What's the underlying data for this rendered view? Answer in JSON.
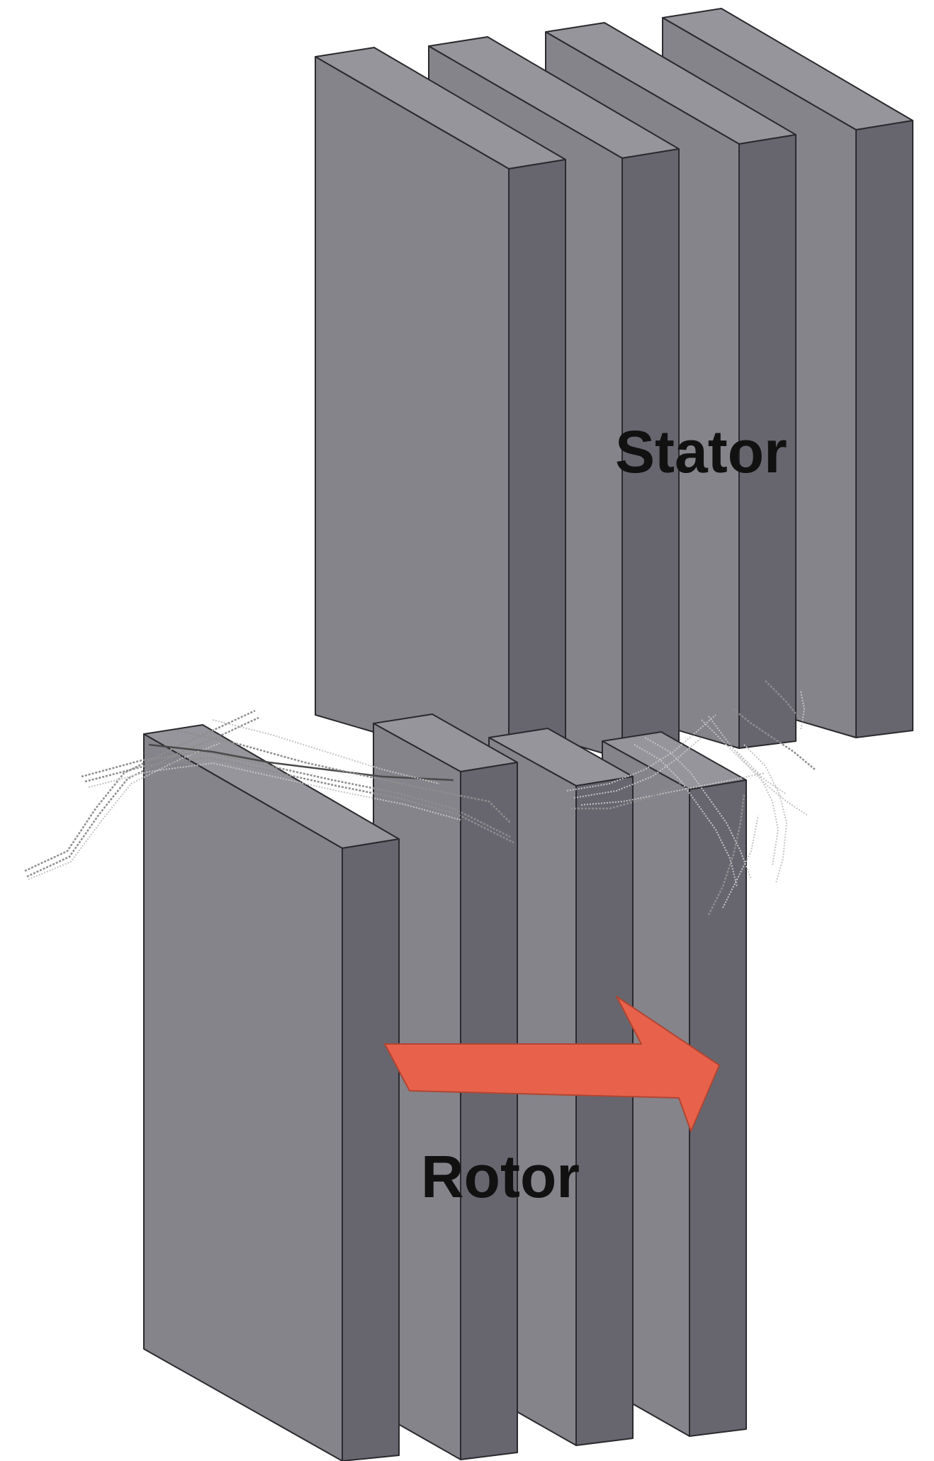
{
  "labels": {
    "stator": "Stator",
    "rotor": "Rotor"
  },
  "colors": {
    "plate_front": "#85848b",
    "plate_side": "#67666f",
    "plate_top": "#96959b",
    "edge": "#2a2a2e",
    "arrow": "#e8624b",
    "arrow_edge": "#b14532"
  },
  "components": {
    "stator_plates": 4,
    "rotor_plates": 4
  },
  "arrow_direction": "right"
}
